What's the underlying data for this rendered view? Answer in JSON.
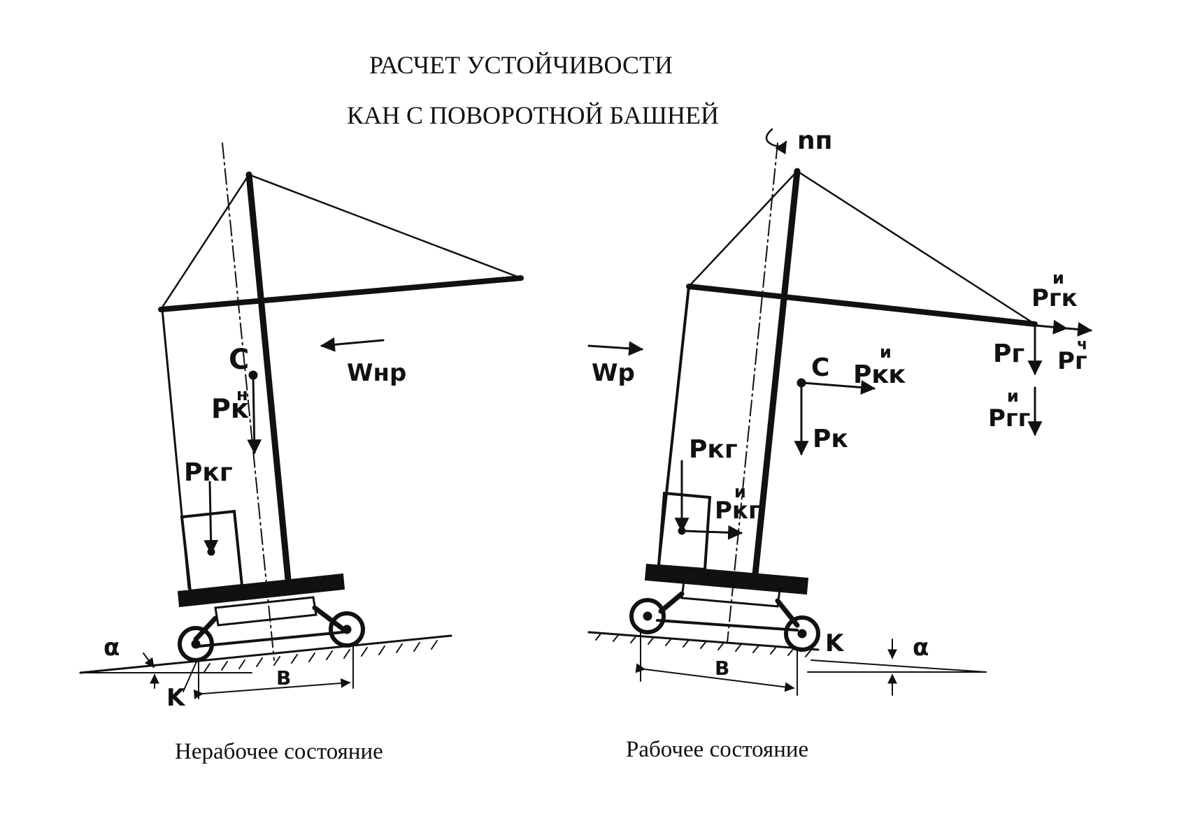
{
  "header": {
    "title_line1": "РАСЧЕТ УСТОЙЧИВОСТИ",
    "title_line2": "КАН С ПОВОРОТНОЙ БАШНЕЙ"
  },
  "left_diagram": {
    "caption": "Нерабочее состояние",
    "labels": {
      "center_of_mass": "C",
      "weight_force": "Pᴋ",
      "weight_sup": "н",
      "counterweight_force": "Pкг",
      "wind": "Wнр",
      "angle": "α",
      "tip_point": "K",
      "base": "B"
    }
  },
  "right_diagram": {
    "caption": "Рабочее состояние",
    "labels": {
      "rotation": "nп",
      "center_of_mass": "C",
      "weight_force": "Pк",
      "inertia_crane": "Pᴋᴋ",
      "inertia_crane_sup": "и",
      "counterweight_force": "Pкг",
      "counterweight_inertia": "Pкг",
      "counterweight_inertia_sup": "и",
      "load_force": "Pг",
      "load_inertia_vert": "Pгг",
      "load_inertia_vert_sup": "и",
      "load_inertia_horiz": "Pгк",
      "load_inertia_horiz_sup": "и",
      "load_centrifugal": "Pг",
      "load_centrifugal_sup": "ч",
      "wind": "Wр",
      "angle": "α",
      "tip_point": "K",
      "base": "B"
    }
  }
}
